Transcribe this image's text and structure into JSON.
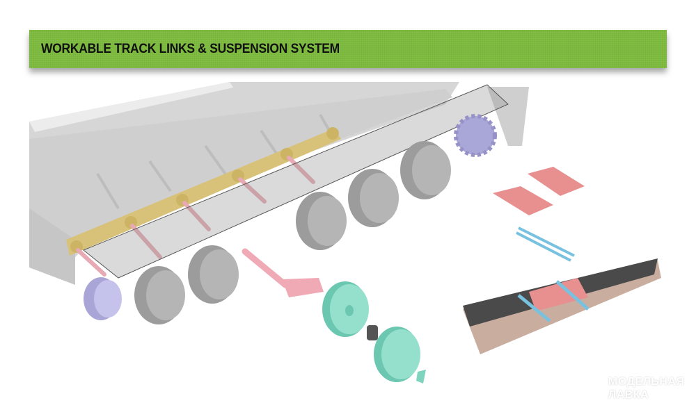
{
  "banner": {
    "title": "WORKABLE TRACK LINKS & SUSPENSION SYSTEM",
    "color": "#7dbb3e"
  },
  "scene": {
    "description": "Exploded 3D render of tank hull underside with suspension, road wheels and track links",
    "colors": {
      "hull": "#d3d3d3",
      "torsion_bar_mount": "#d8c27a",
      "torsion_bars": "#e7a9b3",
      "road_wheels": "#a9a9a9",
      "idler_wheel": "#bcb8e6",
      "sprocket": "#a9a6d8",
      "exploded_wheel": "#86d8c3",
      "track_link_pink": "#e88f8f",
      "track_pin_blue": "#78c2e0",
      "track_dark": "#4a4a4a",
      "jig": "#c9aea0"
    }
  },
  "watermark": {
    "line1": "МОДЕЛЬНАЯ",
    "line2": "ЛАВКА",
    "icon": "paper-plane-logo-icon"
  }
}
